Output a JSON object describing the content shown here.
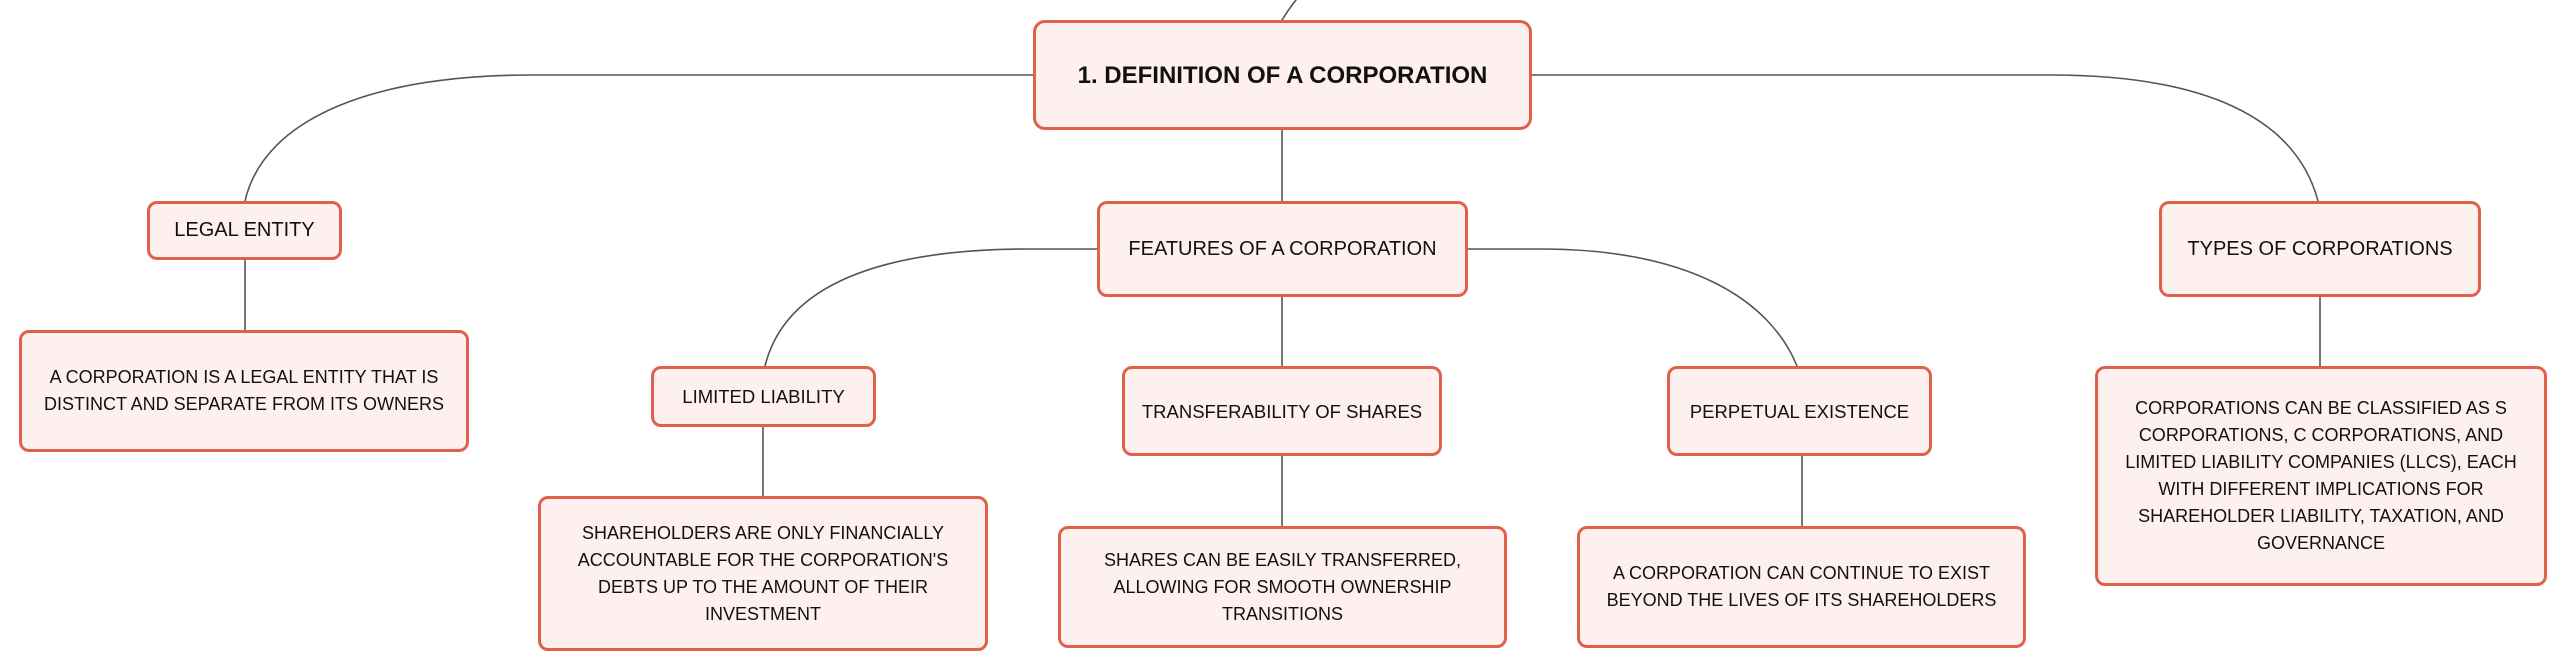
{
  "diagram": {
    "line_color": "#555555",
    "node_fill": "#fdf0ee",
    "node_border": "#e0614b",
    "root": {
      "label": "1. DEFINITION OF A CORPORATION"
    },
    "legal_entity": {
      "label": "LEGAL ENTITY",
      "description": "A CORPORATION IS A LEGAL ENTITY THAT IS DISTINCT AND SEPARATE FROM ITS OWNERS"
    },
    "features": {
      "label": "FEATURES OF A CORPORATION",
      "limited_liability": {
        "label": "LIMITED LIABILITY",
        "description": "SHAREHOLDERS ARE ONLY FINANCIALLY ACCOUNTABLE FOR THE CORPORATION'S DEBTS UP TO THE AMOUNT OF THEIR INVESTMENT"
      },
      "transferability": {
        "label": "TRANSFERABILITY OF SHARES",
        "description": "SHARES CAN BE EASILY TRANSFERRED, ALLOWING FOR SMOOTH OWNERSHIP TRANSITIONS"
      },
      "perpetual": {
        "label": "PERPETUAL EXISTENCE",
        "description": "A CORPORATION CAN CONTINUE TO EXIST BEYOND THE LIVES OF ITS SHAREHOLDERS"
      }
    },
    "types": {
      "label": "TYPES OF CORPORATIONS",
      "description": "CORPORATIONS CAN BE CLASSIFIED AS S CORPORATIONS, C CORPORATIONS, AND LIMITED LIABILITY COMPANIES (LLCS), EACH WITH DIFFERENT IMPLICATIONS FOR SHAREHOLDER LIABILITY, TAXATION, AND GOVERNANCE"
    }
  }
}
